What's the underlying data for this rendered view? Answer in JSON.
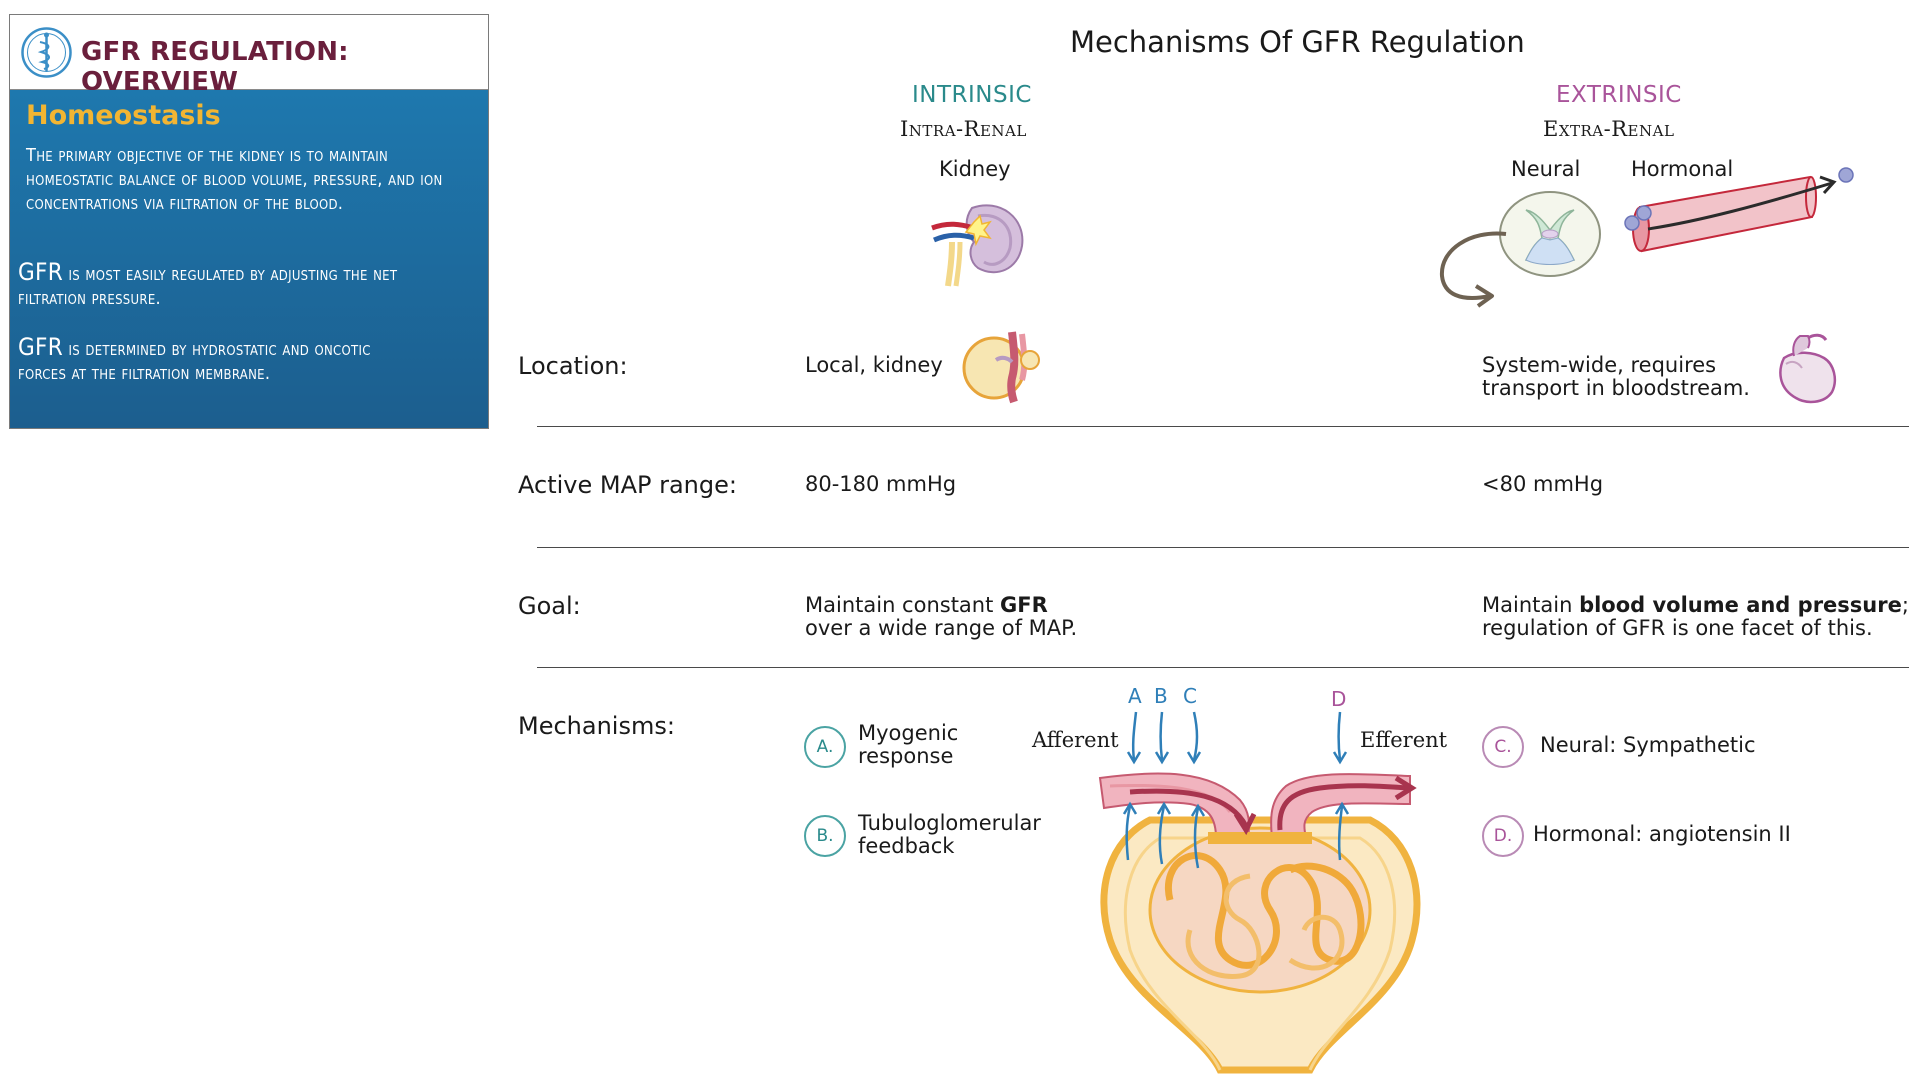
{
  "overview_card": {
    "title": "GFR REGULATION: OVERVIEW",
    "subtitle": "Homeostasis",
    "para1": "The primary objective of the kidney is to maintain homeostatic balance of blood volume, pressure, and ion concentrations via filtration of the blood.",
    "para2_lead": "GFR",
    "para2_rest": " is most easily regulated by adjusting the net filtration pressure.",
    "para3_lead": "GFR",
    "para3_rest": " is determined by hydrostatic and oncotic forces at the filtration membrane."
  },
  "diagram": {
    "title": "Mechanisms Of GFR Regulation",
    "intrinsic": {
      "label": "INTRINSIC",
      "sublabel": "Intra-Renal",
      "item": "Kidney"
    },
    "extrinsic": {
      "label": "EXTRINSIC",
      "sublabel": "Extra-Renal",
      "item_neural": "Neural",
      "item_hormonal": "Hormonal"
    },
    "rows": {
      "location": {
        "label": "Location:",
        "intrinsic": "Local, kidney",
        "extrinsic_line1": "System-wide, requires",
        "extrinsic_line2": "transport in bloodstream."
      },
      "map_range": {
        "label": "Active MAP range:",
        "intrinsic": "80-180 mmHg",
        "extrinsic": "<80 mmHg"
      },
      "goal": {
        "label": "Goal:",
        "intrinsic_pre": "Maintain constant ",
        "intrinsic_bold": "GFR",
        "intrinsic_line2": "over a wide range of MAP.",
        "extrinsic_pre": "Maintain ",
        "extrinsic_bold": "blood volume and pressure",
        "extrinsic_post": ";",
        "extrinsic_line2": "regulation of GFR is one facet of this."
      },
      "mechanisms": {
        "label": "Mechanisms:"
      }
    },
    "mechanisms": [
      {
        "letter": "A.",
        "line1": "Myogenic",
        "line2": "response"
      },
      {
        "letter": "B.",
        "line1": "Tubuloglomerular",
        "line2": "feedback"
      },
      {
        "letter": "C.",
        "line1": "Neural: Sympathetic"
      },
      {
        "letter": "D.",
        "line1": "Hormonal: angiotensin II"
      }
    ],
    "vessels": {
      "afferent": "Afferent",
      "efferent": "Efferent"
    },
    "arrow_letters": [
      "A",
      "B",
      "C",
      "D"
    ]
  },
  "colors": {
    "intrinsic": "#2a8a8b",
    "extrinsic": "#a9549a",
    "card_title": "#6a1f3c",
    "card_subtitle": "#f2b532",
    "card_bg": "#1b6596"
  }
}
